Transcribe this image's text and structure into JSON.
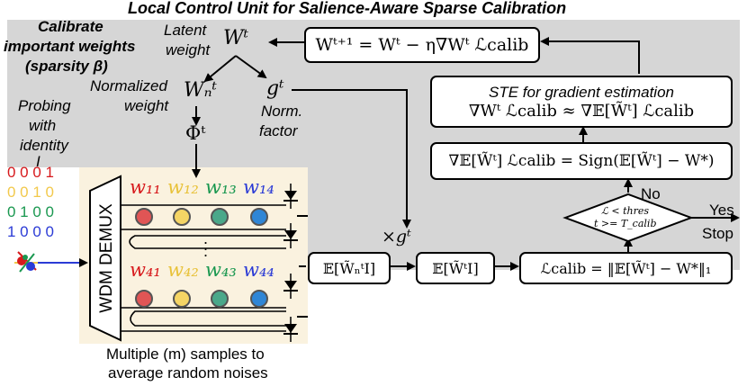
{
  "title": "Local Control Unit for Salience-Aware Sparse Calibration",
  "calibrate_note": [
    "Calibrate",
    "important weights",
    "(sparsity β)"
  ],
  "latent_weight_label": [
    "Latent",
    "weight"
  ],
  "latent_weight_symbol": "Wᵗ",
  "normalized_weight_label": [
    "Normalized",
    "weight"
  ],
  "normalized_weight_symbol": "Wₙᵗ",
  "norm_factor_symbol": "gᵗ",
  "norm_factor_label": [
    "Norm.",
    "factor"
  ],
  "phi_symbol": "Φᵗ",
  "probing_label": [
    "Probing",
    "with",
    "identity",
    "I"
  ],
  "identity_rows": [
    {
      "text": "0 0 0 1",
      "color": "#d7191c"
    },
    {
      "text": "0 0 1 0",
      "color": "#f2c94c"
    },
    {
      "text": "0 1 0 0",
      "color": "#1a9850"
    },
    {
      "text": "1 0 0 0",
      "color": "#2b3bd6"
    }
  ],
  "demux_label": "WDM DEMUX",
  "weights_row1": [
    {
      "text": "w₁₁",
      "color": "#d7191c"
    },
    {
      "text": "w₁₂",
      "color": "#e8c23a"
    },
    {
      "text": "w₁₃",
      "color": "#1a9850"
    },
    {
      "text": "w₁₄",
      "color": "#2b3bd6"
    }
  ],
  "weights_row4": [
    {
      "text": "w₄₁",
      "color": "#d7191c"
    },
    {
      "text": "w₄₂",
      "color": "#e8c23a"
    },
    {
      "text": "w₄₃",
      "color": "#1a9850"
    },
    {
      "text": "w₄₄",
      "color": "#2b3bd6"
    }
  ],
  "ring_colors": [
    "#e05555",
    "#f5d565",
    "#4aa88a",
    "#2f86d6"
  ],
  "samples_note": [
    "Multiple (m) samples to",
    "average random noises"
  ],
  "update_eq": "Wᵗ⁺¹ = Wᵗ − η∇Wᵗ ℒcalib",
  "ste_title": "STE for gradient estimation",
  "ste_eq": "∇Wᵗ ℒcalib ≈ ∇𝔼[W̃ᵗ] ℒcalib",
  "grad_eq": "∇𝔼[W̃ᵗ] ℒcalib = Sign(𝔼[W̃ᵗ] − W*)",
  "decision_line1": "ℒ < thres",
  "decision_line2": "t >= T_calib",
  "no_label": "No",
  "yes_label": "Yes",
  "stop_label": "Stop",
  "times_g": "×gᵗ",
  "box_ewn": "𝔼[W̃ₙᵗI]",
  "box_ew": "𝔼[W̃ᵗI]",
  "box_loss": "ℒcalib = ‖𝔼[W̃ᵗ] − W*‖₁"
}
